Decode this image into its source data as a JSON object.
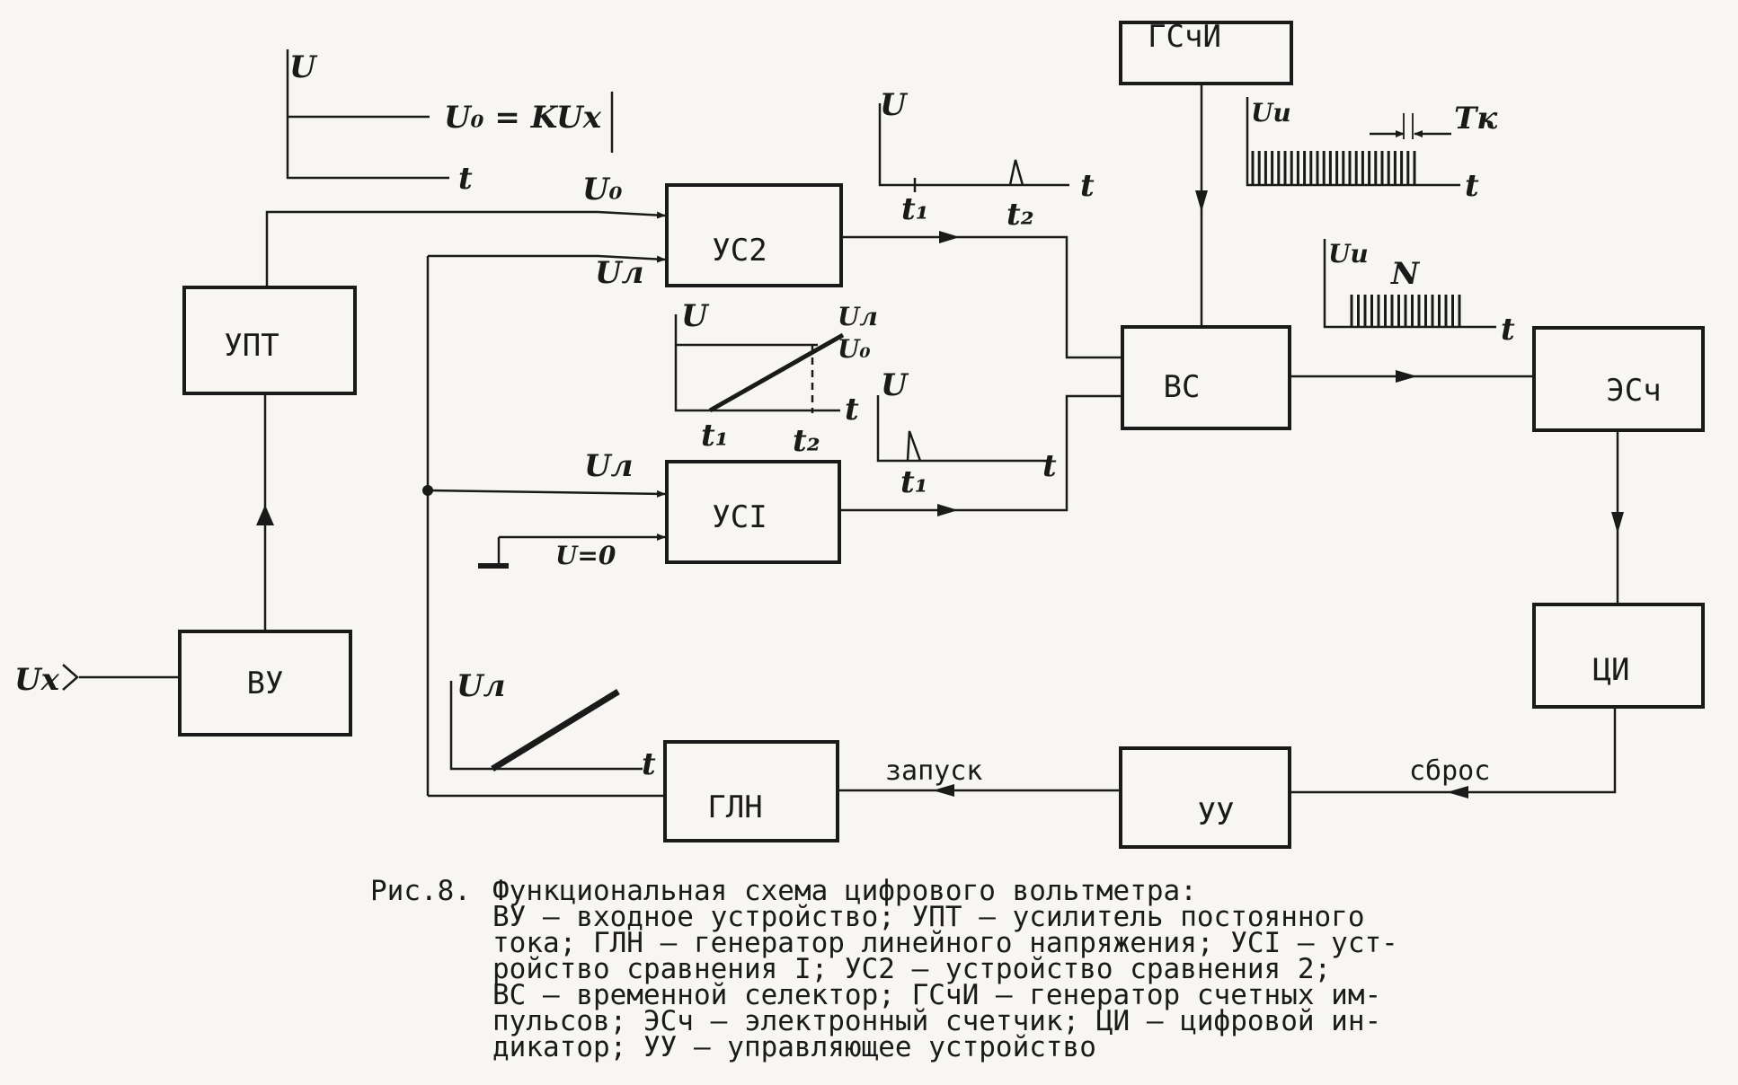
{
  "blocks": {
    "vu": "ВУ",
    "upt": "УПТ",
    "us2": "УС2",
    "us1": "УСI",
    "gln": "ГЛН",
    "vs": "ВС",
    "gschi": "ГСчИ",
    "esch": "ЭСч",
    "tsi": "ЦИ",
    "uu": "УУ"
  },
  "signals": {
    "ux": "Uх",
    "u0": "U₀",
    "ul": "Uл",
    "u_zero": "U=0",
    "u0_eq": "U₀ = KUх",
    "u_axis": "U",
    "t_axis": "t",
    "t1": "t₁",
    "t2": "t₂",
    "ui": "Uи",
    "tk": "Tк",
    "n": "N"
  },
  "wire_labels": {
    "zapusk": "запуск",
    "sbros": "сброс"
  },
  "caption": {
    "lead": "Рис.8.",
    "lines": [
      "Функциональная схема цифрового вольтметра:",
      "ВУ – входное устройство; УПТ – усилитель постоянного",
      "тока; ГЛН – генератор линейного напряжения; УСI – уст-",
      "ройство сравнения I; УС2 – устройство сравнения 2;",
      "ВС – временной селектор; ГСчИ – генератор счетных им-",
      "пульсов; ЭСч – электронный счетчик; ЦИ – цифровой ин-",
      "дикатор; УУ – управляющее устройство"
    ]
  }
}
